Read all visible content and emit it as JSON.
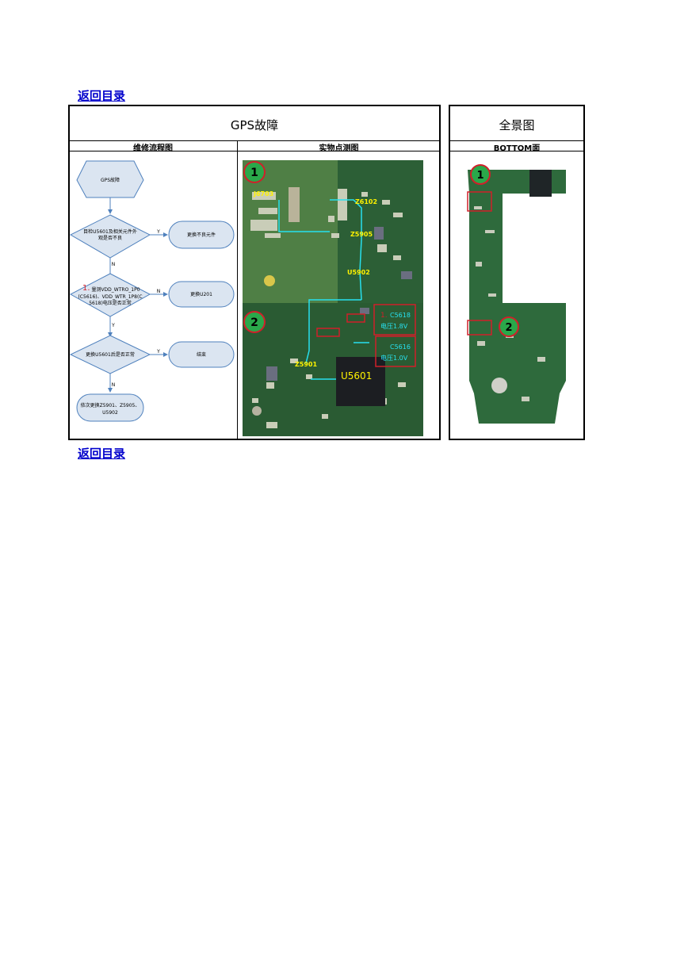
{
  "nav": {
    "back_top": "返回目录",
    "back_bottom": "返回目录"
  },
  "main": {
    "title": "GPS故障",
    "col_flow": "维修流程图",
    "col_photo": "实物点测图"
  },
  "side": {
    "title": "全景图",
    "col": "BOTTOM面"
  },
  "flow": {
    "start": "GPS故障",
    "q1_line1": "目检U5601及相关元件外",
    "q1_line2": "观是否不良",
    "a1": "更换不良元件",
    "q2_num": "1.",
    "q2_line1": "量测VDD_WTRO_1P0",
    "q2_line2": "(C5616)、VDD_WTR_1P8(C",
    "q2_line3": "5618)电压是否正常",
    "a2": "更换U201",
    "q3": "更换U5601后是否正常",
    "a3": "结束",
    "last_line1": "依次更换Z5901、Z5905、",
    "last_line2": "U5902",
    "yes": "Y",
    "no": "N"
  },
  "photo": {
    "marker1": "1",
    "marker2": "2",
    "j6703": "J6703",
    "z6102": "Z6102",
    "z5905": "Z5905",
    "u5902": "U5902",
    "z5901": "Z5901",
    "u5601": "U5601",
    "c5618_num": "1.",
    "c5618": "C5618",
    "c5618_v": "电压1.8V",
    "c5616": "C5616",
    "c5616_v": "电压1.0V"
  },
  "overview": {
    "marker1": "1",
    "marker2": "2"
  },
  "colors": {
    "pcb": "#2f6b3a",
    "trace": "#27e0ef",
    "label": "#fff200",
    "marker": "#2aa84a",
    "alert": "#d0202a",
    "flowfill": "#dbe5f1",
    "flowline": "#4f81bd"
  }
}
